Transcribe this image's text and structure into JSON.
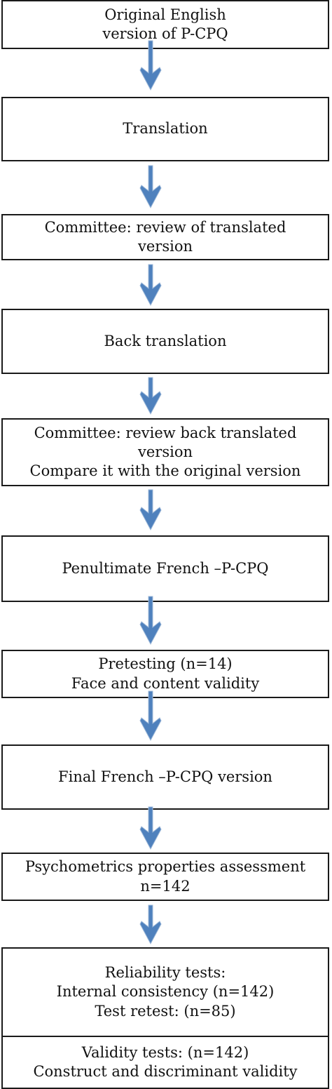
{
  "flowchart": {
    "arrow_color": "#4f81bd",
    "steps": [
      {
        "lines": [
          "Original English",
          "version  of P-CPQ"
        ]
      },
      {
        "lines": [
          "Translation"
        ]
      },
      {
        "lines": [
          "Committee: review of translated",
          "version"
        ]
      },
      {
        "lines": [
          "Back translation"
        ]
      },
      {
        "lines": [
          "Committee: review back translated",
          "version",
          "Compare it with the original version"
        ]
      },
      {
        "lines": [
          "Penultimate French –P-CPQ"
        ]
      },
      {
        "lines": [
          "Pretesting  (n=14)",
          "Face and content validity"
        ]
      },
      {
        "lines": [
          "Final French –P-CPQ version"
        ]
      },
      {
        "lines": [
          "Psychometrics  properties  assessment",
          "n=142"
        ]
      },
      {
        "lines": [
          "Reliability tests:",
          "Internal consistency (n=142)",
          "Test retest: (n=85)"
        ]
      },
      {
        "lines": [
          "Validity tests: (n=142)",
          "Construct and discriminant validity"
        ]
      }
    ]
  }
}
